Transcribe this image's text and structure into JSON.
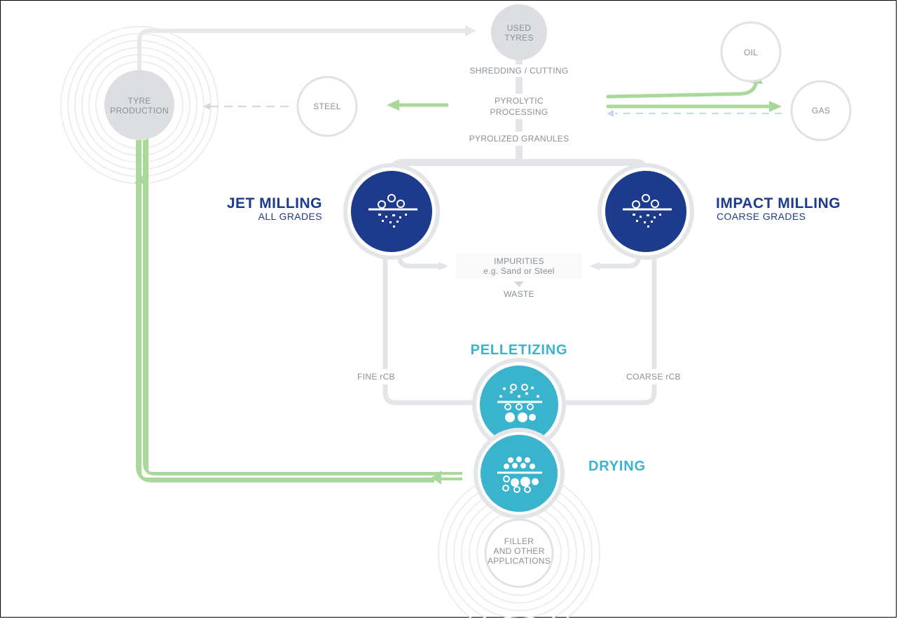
{
  "nodes": {
    "used_tyres": "USED\nTYRES",
    "oil": "OIL",
    "gas": "GAS",
    "steel": "STEEL",
    "tyre_production": "TYRE\nPRODUCTION",
    "filler": "FILLER\nAND OTHER\nAPPLICATIONS"
  },
  "steps": {
    "shredding": "SHREDDING / CUTTING",
    "pyrolytic": "PYROLYTIC\nPROCESSING",
    "granules": "PYROLIZED GRANULES",
    "impurities": "IMPURITIES\ne.g. Sand or Steel",
    "waste": "WASTE",
    "fine_rcb": "FINE rCB",
    "coarse_rcb": "COARSE rCB"
  },
  "processes": {
    "jet_title": "JET MILLING",
    "jet_sub": "ALL GRADES",
    "impact_title": "IMPACT MILLING",
    "impact_sub": "COARSE GRADES",
    "pelletizing": "PELLETIZING",
    "drying": "DRYING"
  },
  "colors": {
    "navy": "#1d3b8c",
    "teal": "#3ab4cc",
    "green": "#a8d89a",
    "grey_line": "#e3e5e8",
    "grey_node": "#dcdee2"
  }
}
